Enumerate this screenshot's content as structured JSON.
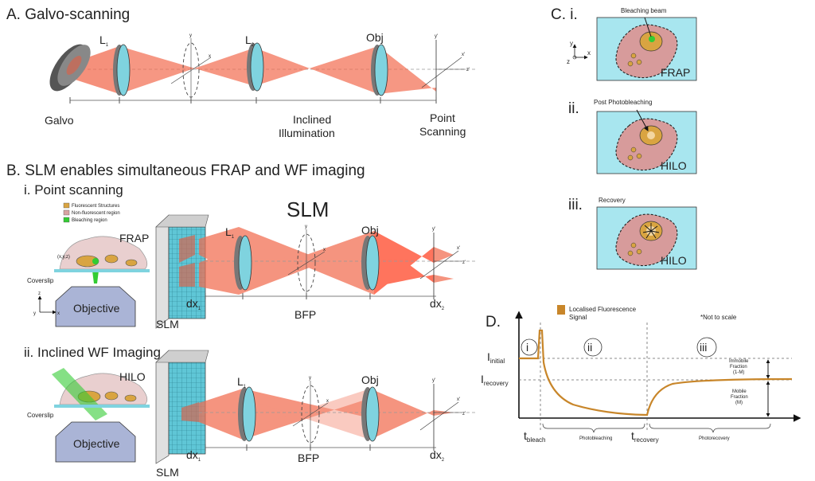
{
  "panel_a": {
    "title": "A. Galvo-scanning",
    "l1": "L",
    "l1_sub": "1",
    "l2": "L",
    "l2_sub": "2",
    "obj": "Obj",
    "galvo": "Galvo",
    "inclined": "Inclined",
    "illumination": "Illumination",
    "point": "Point",
    "scanning": "Scanning",
    "y": "y",
    "x": "x",
    "yp": "y'",
    "xp": "x'",
    "zp": "z'"
  },
  "panel_b": {
    "title": "B. SLM enables simultaneous FRAP and WF imaging",
    "i_title": "i. Point scanning",
    "ii_title": "ii. Inclined WF Imaging",
    "slm_big": "SLM",
    "legend": [
      "Fluorescent Structures",
      "Non-fluorescent region",
      "Bleaching region"
    ],
    "legend_colors": [
      "#d9a441",
      "#d9a3a3",
      "#33cc33"
    ],
    "frap": "FRAP",
    "hilo": "HILO",
    "xyz": "(x,y,z)",
    "coverslip": "Coverslip",
    "objective": "Objective",
    "slm": "SLM",
    "bfp": "BFP",
    "dx": "dx",
    "sub1": "1",
    "sub2": "2",
    "l1": "L",
    "l1_sub": "1",
    "obj": "Obj",
    "z": "z",
    "y": "y",
    "x": "x",
    "yp": "y'",
    "xp": "x'",
    "zp": "z'"
  },
  "panel_c": {
    "title": "C. i.",
    "ii": "ii.",
    "iii": "iii.",
    "bleaching_beam": "Bleaching beam",
    "post": "Post Photobleaching",
    "recovery": "Recovery",
    "frap": "FRAP",
    "hilo1": "HILO",
    "hilo2": "HILO",
    "y": "y",
    "x": "x",
    "z": "z"
  },
  "panel_d": {
    "title": "D.",
    "legend": "Localised Fluorescence",
    "legend2": "Signal",
    "note": "*Not to scale",
    "i": "i",
    "ii": "ii",
    "iii": "iii",
    "i_initial": "I",
    "i_initial_sub": "initial",
    "i_recovery": "I",
    "i_recovery_sub": "recovery",
    "t_bleach": "t",
    "t_bleach_sub": "bleach",
    "t_recovery": "t",
    "t_recovery_sub": "recovery",
    "photobleaching": "Photobleaching",
    "photorecovery": "Photorecovery",
    "immobile": "Immobile",
    "immobile2": "Fraction",
    "immobile3": "(1-M)",
    "mobile": "Mobile",
    "mobile2": "Fraction",
    "mobile3": "(M)",
    "curve_color": "#c8862a"
  },
  "colors": {
    "beam": "#f26b4f",
    "lens": "#7fd3df",
    "cell": "#d79b9b",
    "field": "#a8e6ef",
    "structure": "#d9a441",
    "objective": "#aab4d6"
  }
}
